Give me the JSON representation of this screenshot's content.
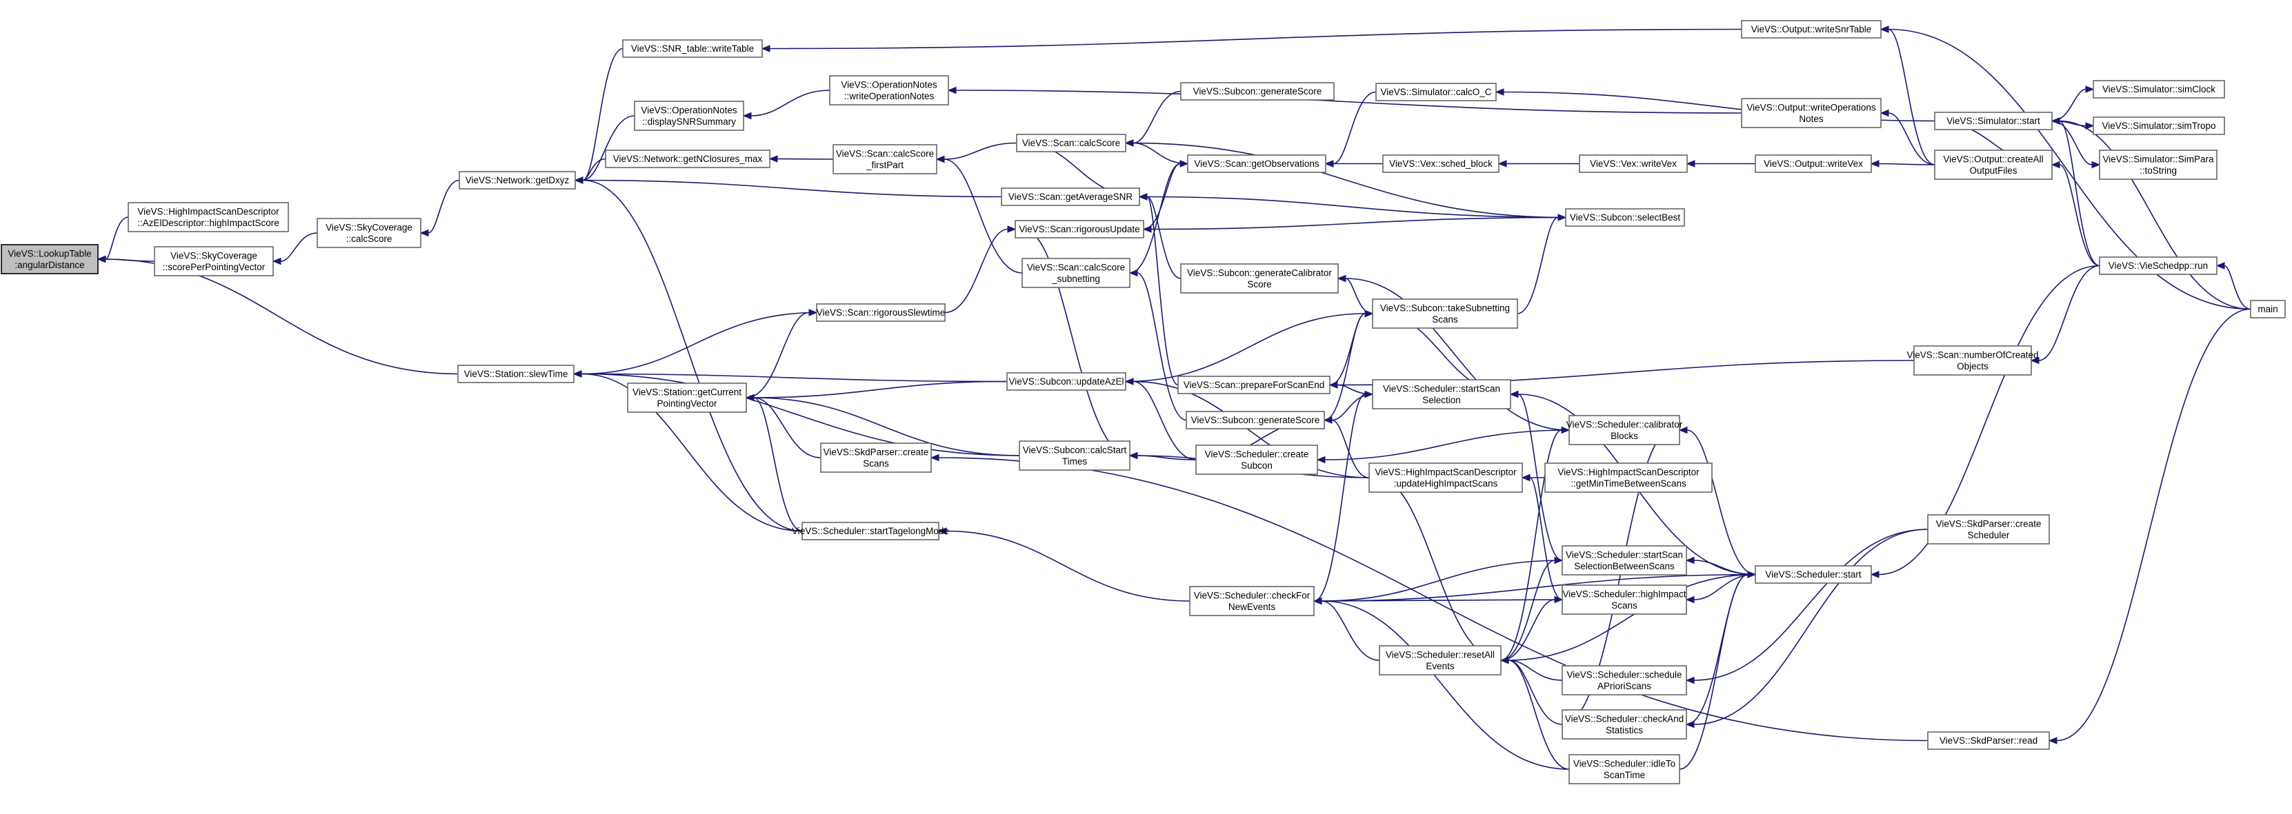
{
  "diagram": {
    "type": "call-graph",
    "colors": {
      "edge": "#191970",
      "root_fill": "#bfbfbf",
      "node_fill": "#ffffff",
      "node_border": "#666666"
    },
    "nodes": [
      {
        "id": "n_root",
        "lines": [
          "VieVS::LookupTable",
          ":angularDistance"
        ]
      },
      {
        "id": "n_hisd",
        "lines": [
          "VieVS::HighImpactScanDescriptor",
          "::AzElDescriptor::highImpactScore"
        ]
      },
      {
        "id": "n_spv",
        "lines": [
          "VieVS::SkyCoverage",
          "::scorePerPointingVector"
        ]
      },
      {
        "id": "n_skycalc",
        "lines": [
          "VieVS::SkyCoverage",
          "::calcScore"
        ]
      },
      {
        "id": "n_dxyz",
        "lines": [
          "VieVS::Network::getDxyz"
        ]
      },
      {
        "id": "n_snrwt",
        "lines": [
          "VieVS::SNR_table::writeTable"
        ]
      },
      {
        "id": "n_dsnr",
        "lines": [
          "VieVS::OperationNotes",
          "::displaySNRSummary"
        ]
      },
      {
        "id": "n_gnc",
        "lines": [
          "VieVS::Network::getNClosures_max"
        ]
      },
      {
        "id": "n_won",
        "lines": [
          "VieVS::OperationNotes",
          "::writeOperationNotes"
        ]
      },
      {
        "id": "n_csfp",
        "lines": [
          "VieVS::Scan::calcScore",
          "_firstPart"
        ]
      },
      {
        "id": "n_subgs",
        "lines": [
          "VieVS::Subcon::generateScore"
        ]
      },
      {
        "id": "n_scancalc",
        "lines": [
          "VieVS::Scan::calcScore"
        ]
      },
      {
        "id": "n_gobs",
        "lines": [
          "VieVS::Scan::getObservations"
        ]
      },
      {
        "id": "n_simco",
        "lines": [
          "VieVS::Simulator::calcO_C"
        ]
      },
      {
        "id": "n_sched",
        "lines": [
          "VieVS::Vex::sched_block"
        ]
      },
      {
        "id": "n_vexw",
        "lines": [
          "VieVS::Vex::writeVex"
        ]
      },
      {
        "id": "n_outvex",
        "lines": [
          "VieVS::Output::writeVex"
        ]
      },
      {
        "id": "n_snrw",
        "lines": [
          "VieVS::Output::writeSnrTable"
        ]
      },
      {
        "id": "n_outops",
        "lines": [
          "VieVS::Output::writeOperations",
          "Notes"
        ]
      },
      {
        "id": "n_outall",
        "lines": [
          "VieVS::Output::createAll",
          "OutputFiles"
        ]
      },
      {
        "id": "n_simstart",
        "lines": [
          "VieVS::Simulator::start"
        ]
      },
      {
        "id": "n_simclock",
        "lines": [
          "VieVS::Simulator::simClock"
        ]
      },
      {
        "id": "n_simtropo",
        "lines": [
          "VieVS::Simulator::simTropo"
        ]
      },
      {
        "id": "n_simpara",
        "lines": [
          "VieVS::Simulator::SimPara",
          "::toString"
        ]
      },
      {
        "id": "n_vsrun",
        "lines": [
          "VieVS::VieSchedpp::run"
        ]
      },
      {
        "id": "n_main",
        "lines": [
          "main"
        ]
      },
      {
        "id": "n_avgsnr",
        "lines": [
          "VieVS::Scan::getAverageSNR"
        ]
      },
      {
        "id": "n_rigup",
        "lines": [
          "VieVS::Scan::rigorousUpdate"
        ]
      },
      {
        "id": "n_cssub",
        "lines": [
          "VieVS::Scan::calcScore",
          "_subnetting"
        ]
      },
      {
        "id": "n_subsel",
        "lines": [
          "VieVS::Subcon::selectBest"
        ]
      },
      {
        "id": "n_subgcs",
        "lines": [
          "VieVS::Subcon::generateCalibrator",
          "Score"
        ]
      },
      {
        "id": "n_rigslew",
        "lines": [
          "VieVS::Scan::rigorousSlewtime"
        ]
      },
      {
        "id": "n_subtake",
        "lines": [
          "VieVS::Subcon::takeSubnetting",
          "Scans"
        ]
      },
      {
        "id": "n_scannum",
        "lines": [
          "VieVS::Scan::numberOfCreated",
          "Objects"
        ]
      },
      {
        "id": "n_slew",
        "lines": [
          "VieVS::Station::slewTime"
        ]
      },
      {
        "id": "n_subupaz",
        "lines": [
          "VieVS::Subcon::updateAzEl"
        ]
      },
      {
        "id": "n_prep",
        "lines": [
          "VieVS::Scan::prepareForScanEnd"
        ]
      },
      {
        "id": "n_getcur",
        "lines": [
          "VieVS::Station::getCurrent",
          "PointingVector"
        ]
      },
      {
        "id": "n_subgen",
        "lines": [
          "VieVS::Subcon::generateScore"
        ]
      },
      {
        "id": "n_ssel",
        "lines": [
          "VieVS::Scheduler::startScan",
          "Selection"
        ]
      },
      {
        "id": "n_calblk",
        "lines": [
          "VieVS::Scheduler::calibrator",
          "Blocks"
        ]
      },
      {
        "id": "n_skdcs",
        "lines": [
          "VieVS::SkdParser::create",
          "Scans"
        ]
      },
      {
        "id": "n_cst",
        "lines": [
          "VieVS::Subcon::calcStart",
          "Times"
        ]
      },
      {
        "id": "n_crsub",
        "lines": [
          "VieVS::Scheduler::create",
          "Subcon"
        ]
      },
      {
        "id": "n_uphis",
        "lines": [
          "VieVS::HighImpactScanDescriptor",
          ":updateHighImpactScans"
        ]
      },
      {
        "id": "n_gmt",
        "lines": [
          "VieVS::HighImpactScanDescriptor",
          "::getMinTimeBetweenScans"
        ]
      },
      {
        "id": "n_tagalong",
        "lines": [
          "VieVS::Scheduler::startTagelongMode"
        ]
      },
      {
        "id": "n_skdcsch",
        "lines": [
          "VieVS::SkdParser::create",
          "Scheduler"
        ]
      },
      {
        "id": "n_sselbs",
        "lines": [
          "VieVS::Scheduler::startScan",
          "SelectionBetweenScans"
        ]
      },
      {
        "id": "n_schstart",
        "lines": [
          "VieVS::Scheduler::start"
        ]
      },
      {
        "id": "n_cfne",
        "lines": [
          "VieVS::Scheduler::checkFor",
          "NewEvents"
        ]
      },
      {
        "id": "n_hiscans",
        "lines": [
          "VieVS::Scheduler::highImpact",
          "Scans"
        ]
      },
      {
        "id": "n_reset",
        "lines": [
          "VieVS::Scheduler::resetAll",
          "Events"
        ]
      },
      {
        "id": "n_sapr",
        "lines": [
          "VieVS::Scheduler::schedule",
          "APrioriScans"
        ]
      },
      {
        "id": "n_cas",
        "lines": [
          "VieVS::Scheduler::checkAnd",
          "Statistics"
        ]
      },
      {
        "id": "n_skdread",
        "lines": [
          "VieVS::SkdParser::read"
        ]
      },
      {
        "id": "n_idle",
        "lines": [
          "VieVS::Scheduler::idleTo",
          "ScanTime"
        ]
      }
    ]
  }
}
